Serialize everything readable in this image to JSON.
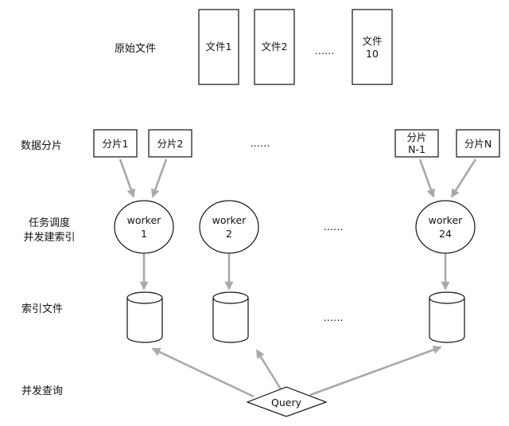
{
  "labels": {
    "files": "原始文件",
    "shards": "数据分片",
    "schedule_line1": "任务调度",
    "schedule_line2": "并发建索引",
    "index_files": "索引文件",
    "concurrent_query": "并发查询"
  },
  "files": [
    {
      "line1": "文件1",
      "line2": ""
    },
    {
      "line1": "文件2",
      "line2": ""
    },
    {
      "line1": "文件",
      "line2": "10"
    }
  ],
  "files_ellipsis": "……",
  "shards": [
    {
      "line1": "分片1",
      "line2": ""
    },
    {
      "line1": "分片2",
      "line2": ""
    },
    {
      "line1": "分片",
      "line2": "N-1"
    },
    {
      "line1": "分片N",
      "line2": ""
    }
  ],
  "shards_ellipsis": "……",
  "workers": [
    {
      "line1": "worker",
      "line2": "1"
    },
    {
      "line1": "worker",
      "line2": "2"
    },
    {
      "line1": "worker",
      "line2": "24"
    }
  ],
  "workers_ellipsis": "……",
  "index_ellipsis": "……",
  "query": "Query",
  "colors": {
    "arrow": "#a9a9a9",
    "stroke": "#111111"
  }
}
